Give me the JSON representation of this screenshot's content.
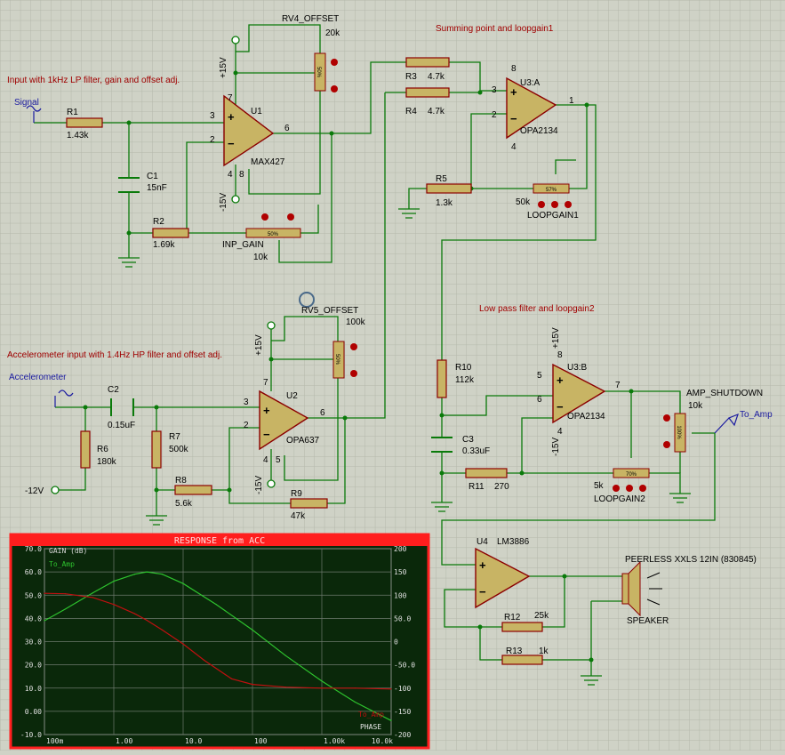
{
  "titles": {
    "input_filter": "Input with 1kHz LP filter, gain and offset adj.",
    "summing": "Summing point and loopgain1",
    "lowpass": "Low pass filter and loopgain2",
    "accel": "Accelerometer input with 1.4Hz HP filter and offset adj."
  },
  "terminals": {
    "signal": "Signal",
    "accelerometer": "Accelerometer",
    "to_amp": "To_Amp",
    "neg12": "-12V"
  },
  "components": {
    "R1": {
      "ref": "R1",
      "value": "1.43k"
    },
    "C1": {
      "ref": "C1",
      "value": "15nF"
    },
    "R2": {
      "ref": "R2",
      "value": "1.69k"
    },
    "U1": {
      "ref": "U1",
      "part": "MAX427"
    },
    "RV4": {
      "ref": "RV4_OFFSET",
      "value": "20k",
      "pct": "50%"
    },
    "INP_GAIN": {
      "ref": "INP_GAIN",
      "value": "10k",
      "pct": "50%"
    },
    "R3": {
      "ref": "R3",
      "value": "4.7k"
    },
    "R4": {
      "ref": "R4",
      "value": "4.7k"
    },
    "R5": {
      "ref": "R5",
      "value": "1.3k"
    },
    "U3A": {
      "ref": "U3:A",
      "part": "OPA2134"
    },
    "LOOPGAIN1": {
      "ref": "LOOPGAIN1",
      "value": "50k",
      "pct": "57%"
    },
    "RV5": {
      "ref": "RV5_OFFSET",
      "value": "100k",
      "pct": "50%"
    },
    "C2": {
      "ref": "C2",
      "value": "0.15uF"
    },
    "R6": {
      "ref": "R6",
      "value": "180k"
    },
    "R7": {
      "ref": "R7",
      "value": "500k"
    },
    "R8": {
      "ref": "R8",
      "value": "5.6k"
    },
    "R9": {
      "ref": "R9",
      "value": "47k"
    },
    "U2": {
      "ref": "U2",
      "part": "OPA637"
    },
    "R10": {
      "ref": "R10",
      "value": "112k"
    },
    "C3": {
      "ref": "C3",
      "value": "0.33uF"
    },
    "R11": {
      "ref": "R11",
      "value": "270"
    },
    "U3B": {
      "ref": "U3:B",
      "part": "OPA2134"
    },
    "LOOPGAIN2": {
      "ref": "LOOPGAIN2",
      "value": "5k",
      "pct": "70%"
    },
    "AMP_SHUTDOWN": {
      "ref": "AMP_SHUTDOWN",
      "value": "10k",
      "pct": "100%"
    },
    "U4": {
      "ref": "U4",
      "part": "LM3886"
    },
    "R12": {
      "ref": "R12",
      "value": "25k"
    },
    "R13": {
      "ref": "R13",
      "value": "1k"
    },
    "SPEAKER": {
      "ref": "SPEAKER",
      "part": "PEERLESS XXLS 12IN  (830845)"
    }
  },
  "supplies": {
    "pos15": "+15V",
    "neg15": "-15V"
  },
  "pins": {
    "u1": [
      "3",
      "2",
      "7",
      "4",
      "8",
      "6"
    ],
    "u2": [
      "3",
      "2",
      "7",
      "4",
      "5",
      "6"
    ],
    "u3a": [
      "3",
      "2",
      "8",
      "4",
      "1"
    ],
    "u3b": [
      "5",
      "6",
      "8",
      "4",
      "7"
    ]
  },
  "chart_data": {
    "type": "line",
    "title": "RESPONSE from ACC",
    "left_axis_title": "GAIN (dB)",
    "right_axis_title": "PHASE",
    "x_scale": "log",
    "xlim": [
      0.1,
      10000
    ],
    "x_ticks": [
      "100m",
      "1.00",
      "10.0",
      "100",
      "1.00k",
      "10.0k"
    ],
    "ylim": [
      -10,
      70
    ],
    "y_ticks": [
      "70.0",
      "60.0",
      "50.0",
      "40.0",
      "30.0",
      "20.0",
      "10.0",
      "0.00",
      "-10.0"
    ],
    "y2lim": [
      -200,
      200
    ],
    "y2_ticks": [
      "200",
      "150",
      "100",
      "50.0",
      "0",
      "-50.0",
      "-100",
      "-150",
      "-200"
    ],
    "grid": true,
    "series": [
      {
        "name": "To_Amp",
        "axis": "left",
        "color": "#2ec32e",
        "x": [
          0.1,
          0.2,
          0.5,
          1,
          2,
          3,
          5,
          10,
          30,
          100,
          300,
          1000,
          3000,
          10000
        ],
        "y": [
          39,
          44,
          51,
          56,
          59,
          60,
          59,
          55,
          46,
          35,
          24,
          13,
          4,
          -4
        ]
      },
      {
        "name": "To_Amp",
        "axis": "right",
        "color": "#c01010",
        "x": [
          0.1,
          0.2,
          0.5,
          1,
          2,
          3,
          5,
          10,
          20,
          50,
          100,
          300,
          1000,
          3000,
          10000
        ],
        "y": [
          104,
          103,
          95,
          80,
          60,
          46,
          25,
          -5,
          -40,
          -80,
          -92,
          -98,
          -100,
          -100,
          -102
        ]
      }
    ]
  },
  "colors": {
    "wire": "#008000",
    "body": "#c8b464",
    "outline": "#8b0000",
    "plot_bg": "#0a280a",
    "frame": "#ff1e1e"
  }
}
